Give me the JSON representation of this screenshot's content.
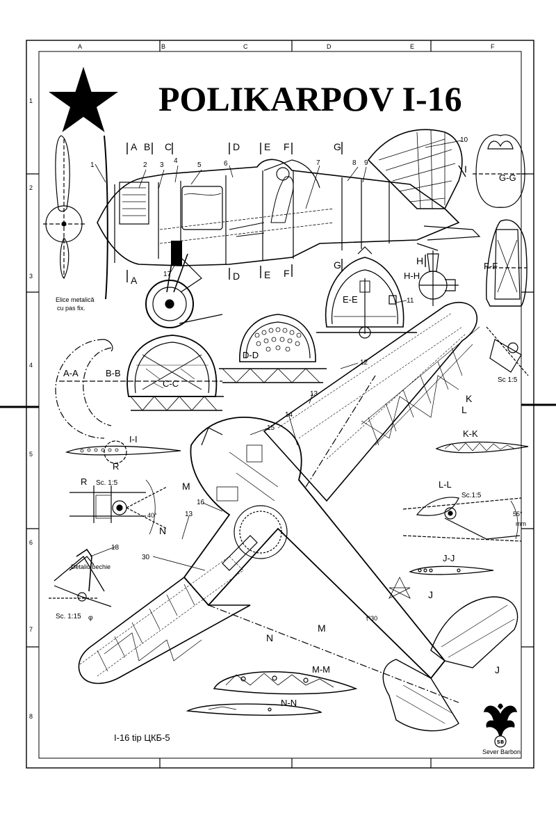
{
  "title": "POLIKARPOV I-16",
  "subtitle": "I-16  tip ЦКБ-5",
  "propeller_note": [
    "Elice metalică",
    "cu pas fix."
  ],
  "author": "Sever Barboni",
  "logo_monogram": "SB",
  "detail_note": "Detaliu bechie",
  "scales": {
    "s15_a": "Sc. 1:5",
    "s15_b": "Sc.1:5",
    "s15_c": "Sc 1:5",
    "s115": "Sc. 1:15"
  },
  "sections": {
    "aa": "A-A",
    "bb": "B-B",
    "cc": "C-C",
    "dd": "D-D",
    "ee": "E-E",
    "ff": "F-F",
    "gg": "G-G",
    "hh": "H-H",
    "ii": "I-I",
    "jj": "J-J",
    "kk": "K-K",
    "ll": "L-L",
    "mm": "M-M",
    "nn": "N-N",
    "r": "R"
  },
  "cut_marks": {
    "a": "A",
    "b": "B",
    "c": "C",
    "d": "D",
    "e": "E",
    "f": "F",
    "g": "G",
    "h": "H",
    "i": "I",
    "j": "J",
    "k": "K",
    "l": "L",
    "m": "M",
    "n": "N"
  },
  "callouts": [
    "1",
    "2",
    "3",
    "4",
    "5",
    "6",
    "7",
    "8",
    "9",
    "10",
    "11",
    "12",
    "13",
    "14",
    "15",
    "16",
    "17",
    "18",
    "30"
  ],
  "annotations": {
    "angle40": "40°",
    "angle55": "55°",
    "mm": "mm",
    "phi": "φ",
    "t30": "t°30"
  },
  "grid_letters": [
    "A",
    "B",
    "C",
    "D",
    "E",
    "F"
  ],
  "grid_numbers": [
    "1",
    "2",
    "3",
    "4",
    "5",
    "6",
    "7",
    "8"
  ]
}
